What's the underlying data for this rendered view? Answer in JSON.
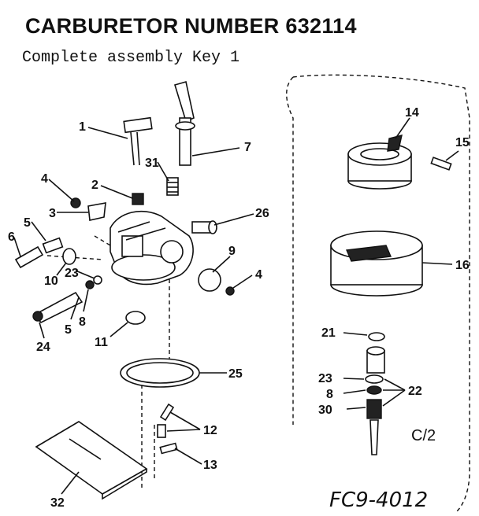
{
  "header": {
    "title": "CARBURETOR NUMBER 632114",
    "subtitle": "Complete assembly Key 1"
  },
  "callouts": {
    "n1": "1",
    "n2": "2",
    "n3": "3",
    "n4a": "4",
    "n4b": "4",
    "n5a": "5",
    "n5b": "5",
    "n6": "6",
    "n7": "7",
    "n8a": "8",
    "n8b": "8",
    "n9": "9",
    "n10": "10",
    "n11": "11",
    "n12": "12",
    "n13": "13",
    "n14": "14",
    "n15": "15",
    "n16": "16",
    "n21": "21",
    "n22": "22",
    "n23a": "23",
    "n23b": "23",
    "n24": "24",
    "n25": "25",
    "n26": "26",
    "n30": "30",
    "n31": "31",
    "n32": "32"
  },
  "page_code": "C/2",
  "figure_code": "FC9-4012"
}
